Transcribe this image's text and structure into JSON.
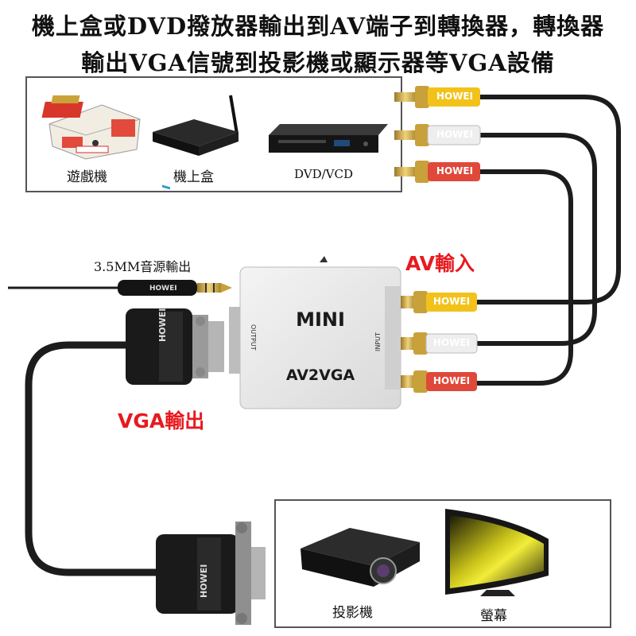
{
  "title": {
    "line1": "機上盒或DVD撥放器輸出到AV端子到轉換器，轉換器",
    "line2": "輸出VGA信號到投影機或顯示器等VGA設備"
  },
  "sources": [
    {
      "label": "遊戲機",
      "icon": "game-console-icon"
    },
    {
      "label": "機上盒",
      "icon": "set-top-box-icon"
    },
    {
      "label": "DVD/VCD",
      "icon": "dvd-player-icon"
    }
  ],
  "displays": [
    {
      "label": "投影機",
      "icon": "projector-icon"
    },
    {
      "label": "螢幕",
      "icon": "monitor-icon"
    }
  ],
  "converter": {
    "brand": "MINI",
    "model": "AV2VGA",
    "output_port": "OUTPUT",
    "input_port": "INPUT"
  },
  "labels": {
    "audio_out": "3.5MM音源輸出",
    "av_in": "AV輸入",
    "vga_out": "VGA輸出"
  },
  "cable_brand": "HOWEI",
  "colors": {
    "accent_red": "#e8191e",
    "rca_yellow": "#f2c21b",
    "rca_white": "#eeeeee",
    "rca_red": "#e0483a",
    "cable": "#1c1c1c"
  }
}
